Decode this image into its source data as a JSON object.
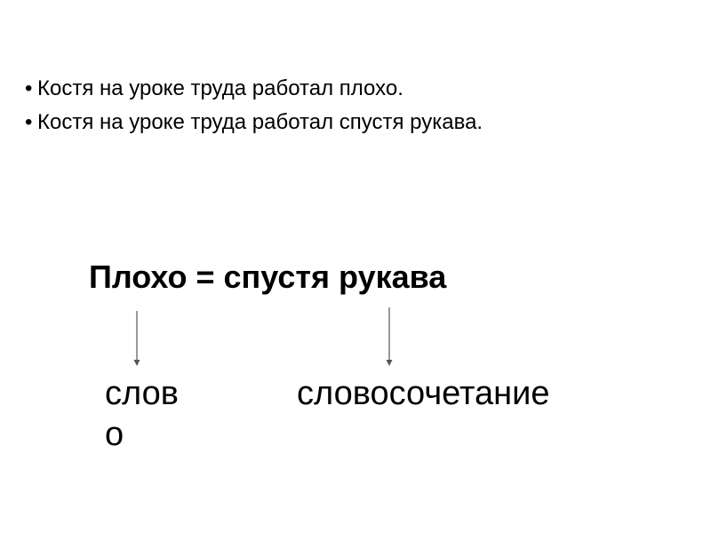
{
  "bullets": [
    {
      "marker": "•",
      "text": "Костя на уроке труда работал плохо."
    },
    {
      "marker": "•",
      "text": "Костя на уроке труда работал спустя рукава."
    }
  ],
  "equation": {
    "text": "Плохо = спустя рукава"
  },
  "labels": {
    "left": "слово",
    "right": "словосочетание"
  }
}
